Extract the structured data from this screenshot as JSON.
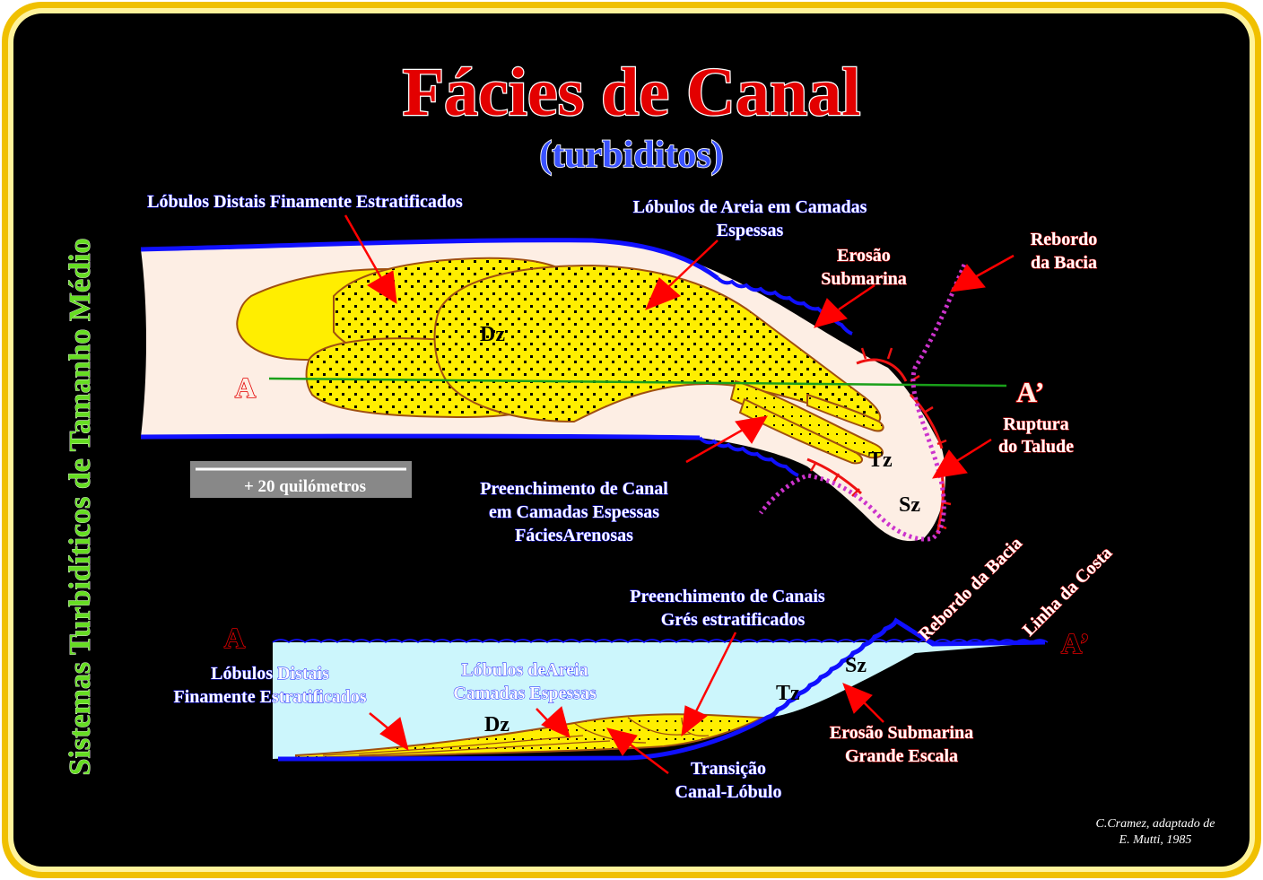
{
  "title": "Fácies de Canal",
  "subtitle": "(turbiditos)",
  "side_title": "Sistemas Turbidíticos de Tamanho Médio",
  "plan_view": {
    "label_lobulos_distais": "Lóbulos Distais Finamente Estratificados",
    "label_lobulos_areia_1": "Lóbulos de Areia  em Camadas",
    "label_lobulos_areia_2": "Espessas",
    "label_erosao_1": "Erosão",
    "label_erosao_2": "Submarina",
    "label_rebordo_1": "Rebordo",
    "label_rebordo_2": "da Bacia",
    "label_ruptura_1": "Ruptura",
    "label_ruptura_2": "do Talude",
    "label_preench_1": "Preenchimento de Canal",
    "label_preench_2": "em Camadas Espessas",
    "label_preench_3": "FáciesArenosas",
    "zone_dz": "Dz",
    "zone_tz": "Tz",
    "zone_sz": "Sz",
    "point_a": "A",
    "point_a_prime": "A’",
    "scale": "+ 20 quilómetros"
  },
  "section_view": {
    "label_preench_1": "Preenchimento de Canais",
    "label_preench_2": "Grés estratificados",
    "label_lobulos_distais_1": "Lóbulos Distais",
    "label_lobulos_distais_2": "Finamente Estratificados",
    "label_lobulos_areia_1": "Lóbulos deAreia",
    "label_lobulos_areia_2": "Camadas Espessas",
    "label_transicao_1": "Transição",
    "label_transicao_2": "Canal-Lóbulo",
    "label_erosao_1": "Erosão Submarina",
    "label_erosao_2": "Grande Escala",
    "label_rebordo": "Rebordo da Bacia",
    "label_linha_costa": "Linha da Costa",
    "zone_dz": "Dz",
    "zone_tz": "Tz",
    "zone_sz": "Sz",
    "point_a": "A",
    "point_a_prime": "A’"
  },
  "credit_1": "C.Cramez, adaptado de",
  "credit_2": "E. Mutti, 1985",
  "colors": {
    "frame": "#f5c400",
    "background": "#000000",
    "title_red": "#e30000",
    "subtitle_blue": "#3a52ff",
    "label_white": "#ffffff",
    "label_pink": "#ff3030",
    "side_green": "#66dd22",
    "sand_yellow": "#ffee00",
    "plan_fill": "#fdeee4",
    "water": "#ccf6fc",
    "outline_blue": "#1010ff",
    "arrow_red": "#ff0000",
    "rim_magenta": "#cc33cc"
  }
}
